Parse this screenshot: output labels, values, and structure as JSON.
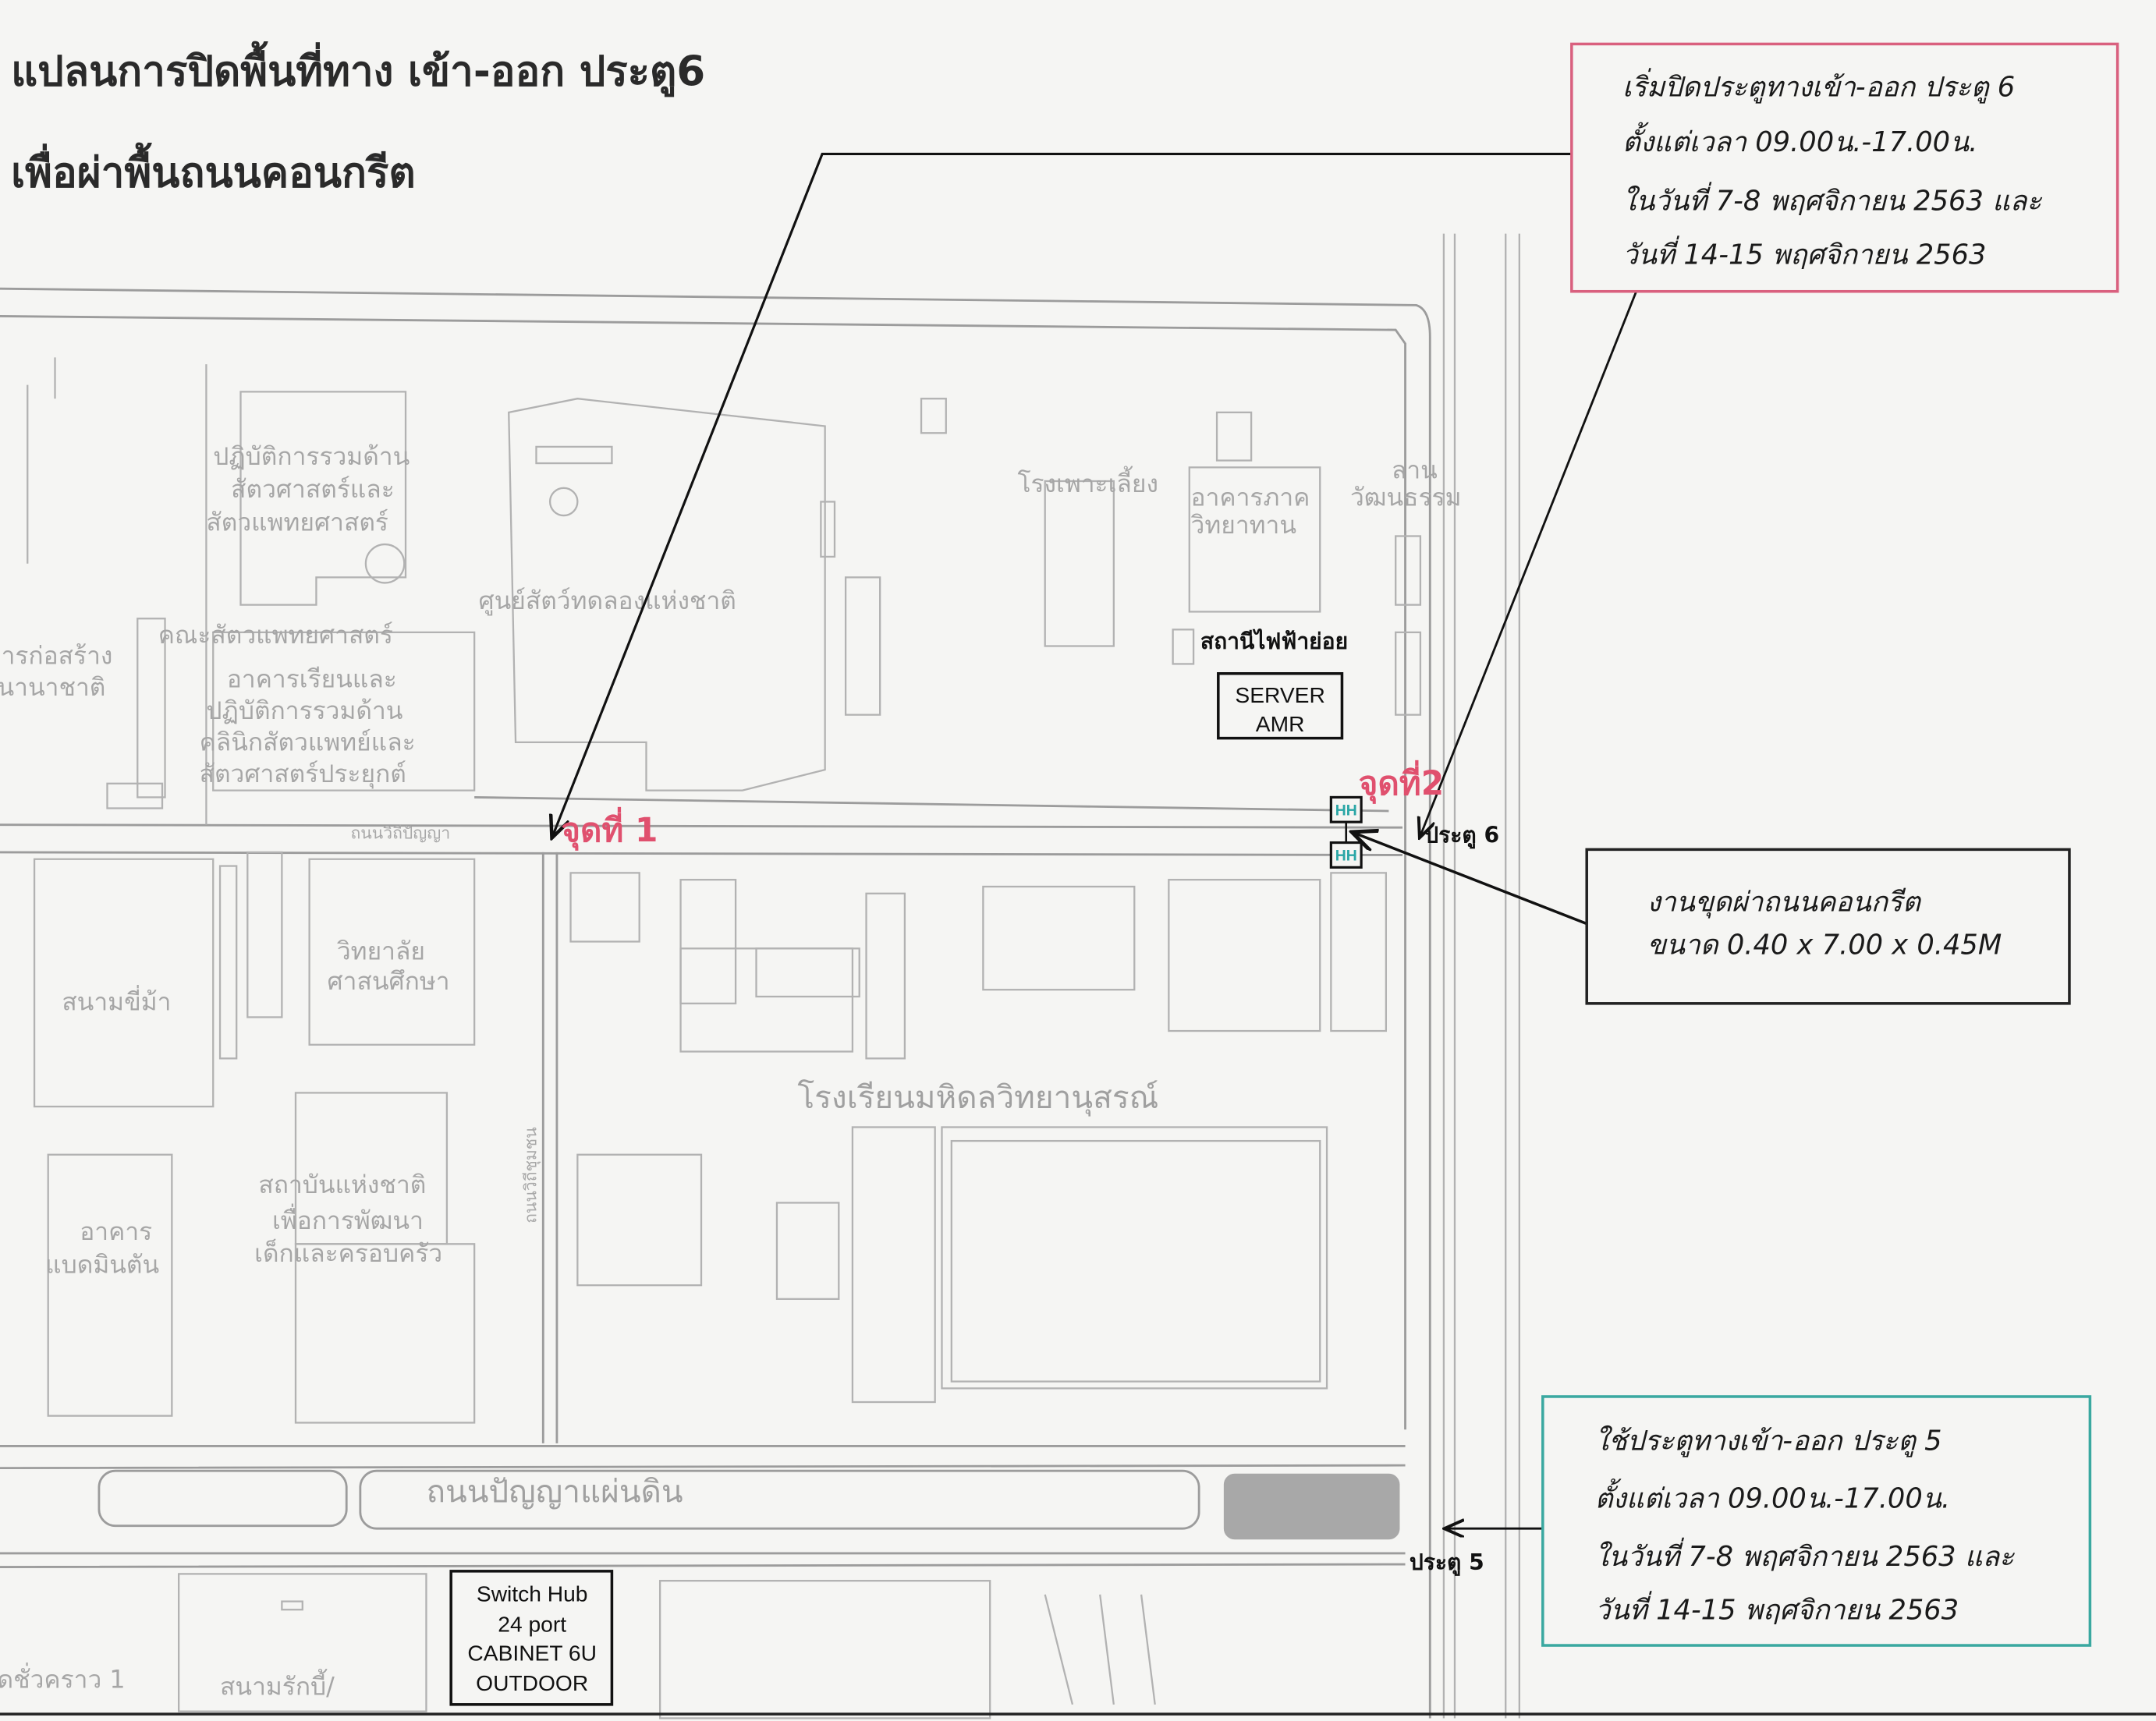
{
  "title": {
    "line1": "แปลนการปิดพื้นที่ทาง เข้า-ออก ประตู6",
    "line2": "เพื่อผ่าพื้นถนนคอนกรีต"
  },
  "notes": {
    "gate6_closure": {
      "lines": [
        "เริ่มปิดประตูทางเข้า-ออก ประตู 6",
        "ตั้งแต่เวลา 09.00น.-17.00น.",
        "ในวันที่ 7-8 พฤศจิกายน 2563 และ",
        "วันที่ 14-15 พฤศจิกายน 2563"
      ],
      "border_color": "#d9607e"
    },
    "excavation": {
      "lines": [
        "งานขุดผ่าถนนคอนกรีต",
        "ขนาด 0.40 x 7.00 x 0.45M"
      ],
      "border_color": "#222222"
    },
    "gate5_use": {
      "lines": [
        "ใช้ประตูทางเข้า-ออก ประตู 5",
        "ตั้งแต่เวลา 09.00น.-17.00น.",
        "ในวันที่ 7-8 พฤศจิกายน 2563 และ",
        "วันที่ 14-15 พฤศจิกายน 2563"
      ],
      "border_color": "#3aa8a0"
    }
  },
  "markers": {
    "point1": "จุดที่ 1",
    "point2": "จุดที่2",
    "gate6": "ประตู 6",
    "gate5": "ประตู 5",
    "substation": "สถานีไฟฟ้าย่อย",
    "server": [
      "SERVER",
      "AMR"
    ],
    "switch_hub": [
      "Switch Hub",
      "24 port",
      "CABINET 6U",
      "OUTDOOR"
    ],
    "handhole": "HH",
    "accent_red": "#e0506e",
    "accent_teal": "#2aa6a6"
  },
  "map_labels": {
    "animal_sci": [
      "ปฏิบัติการรวมด้าน",
      "สัตวศาสตร์และ",
      "สัตวแพทยศาสตร์"
    ],
    "lab_animal_center": "ศูนย์สัตว์ทดลองแห่งชาติ",
    "vet_faculty": "คณะสัตวแพทยศาสตร์",
    "teaching_bldg": [
      "อาคารเรียนและ",
      "ปฏิบัติการรวมด้าน",
      "คลินิกสัตวแพทย์และ",
      "สัตวศาสตร์ประยุกต์"
    ],
    "construction": [
      "การก่อสร้าง",
      "นานาชาติ"
    ],
    "nursery": "โรงเพาะเลี้ยง",
    "science_bldg": [
      "อาคารภาค",
      "วิทยาทาน"
    ],
    "culture_yard": [
      "ลาน",
      "วัฒนธรรม"
    ],
    "road_wisdom": "ถนนวิถีปัญญา",
    "religion_college": [
      "วิทยาลัย",
      "ศาสนศึกษา"
    ],
    "horse_field": "สนามขี่ม้า",
    "school": "โรงเรียนมหิดลวิทยานุสรณ์",
    "child_institute": [
      "สถาบันแห่งชาติ",
      "เพื่อการพัฒนา",
      "เด็กและครอบครัว"
    ],
    "badminton": [
      "อาคาร",
      "แบดมินตัน"
    ],
    "road_vertical": "ถนนวิถีชุมชน",
    "road_main": "ถนนปัญญาแผ่นดิน",
    "parking": "ดชั่วคราว 1",
    "rugby": "สนามรักบี้/"
  }
}
